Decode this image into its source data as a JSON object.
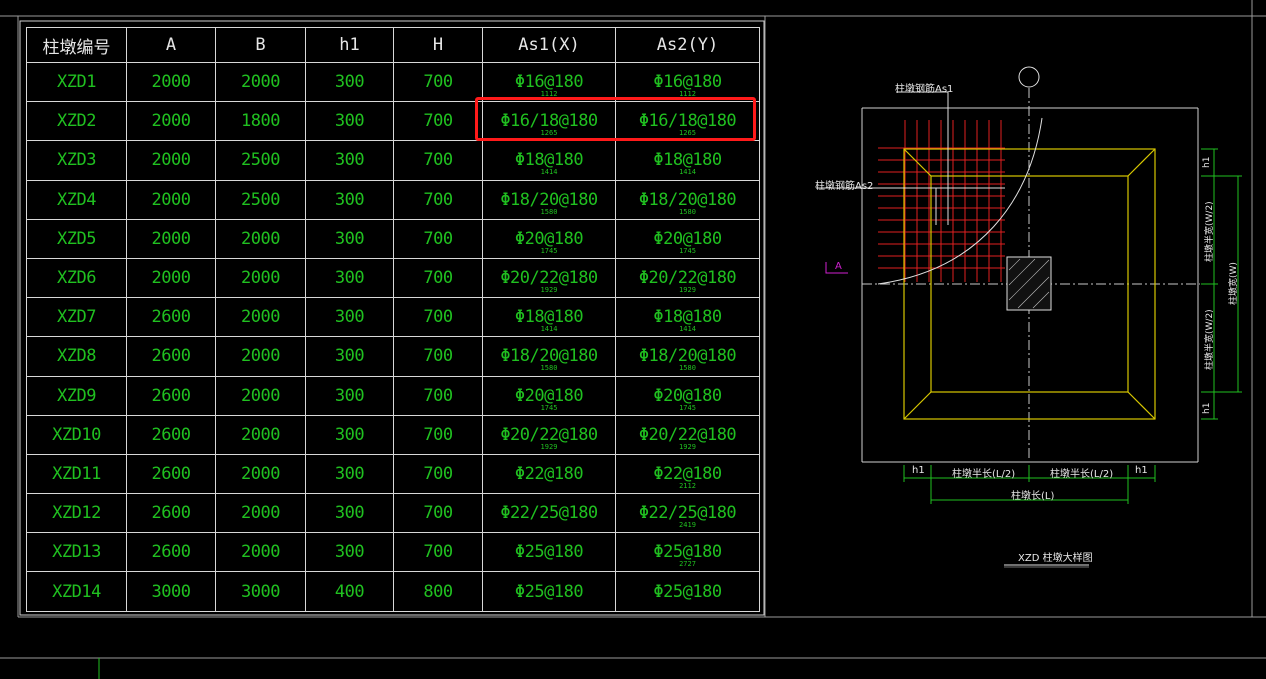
{
  "table": {
    "headers": [
      "柱墩编号",
      "A",
      "B",
      "h1",
      "H",
      "As1(X)",
      "As2(Y)"
    ],
    "rows": [
      {
        "id": "XZD1",
        "a": "2000",
        "b": "2000",
        "h1": "300",
        "h": "700",
        "as1": "Φ16@180",
        "as1_sub": "1112",
        "as2": "Φ16@180",
        "as2_sub": "1112"
      },
      {
        "id": "XZD2",
        "a": "2000",
        "b": "1800",
        "h1": "300",
        "h": "700",
        "as1": "Φ16/18@180",
        "as1_sub": "1265",
        "as2": "Φ16/18@180",
        "as2_sub": "1265"
      },
      {
        "id": "XZD3",
        "a": "2000",
        "b": "2500",
        "h1": "300",
        "h": "700",
        "as1": "Φ18@180",
        "as1_sub": "1414",
        "as2": "Φ18@180",
        "as2_sub": "1414"
      },
      {
        "id": "XZD4",
        "a": "2000",
        "b": "2500",
        "h1": "300",
        "h": "700",
        "as1": "Φ18/20@180",
        "as1_sub": "1580",
        "as2": "Φ18/20@180",
        "as2_sub": "1580"
      },
      {
        "id": "XZD5",
        "a": "2000",
        "b": "2000",
        "h1": "300",
        "h": "700",
        "as1": "Φ20@180",
        "as1_sub": "1745",
        "as2": "Φ20@180",
        "as2_sub": "1745"
      },
      {
        "id": "XZD6",
        "a": "2000",
        "b": "2000",
        "h1": "300",
        "h": "700",
        "as1": "Φ20/22@180",
        "as1_sub": "1929",
        "as2": "Φ20/22@180",
        "as2_sub": "1929"
      },
      {
        "id": "XZD7",
        "a": "2600",
        "b": "2000",
        "h1": "300",
        "h": "700",
        "as1": "Φ18@180",
        "as1_sub": "1414",
        "as2": "Φ18@180",
        "as2_sub": "1414"
      },
      {
        "id": "XZD8",
        "a": "2600",
        "b": "2000",
        "h1": "300",
        "h": "700",
        "as1": "Φ18/20@180",
        "as1_sub": "1580",
        "as2": "Φ18/20@180",
        "as2_sub": "1580"
      },
      {
        "id": "XZD9",
        "a": "2600",
        "b": "2000",
        "h1": "300",
        "h": "700",
        "as1": "Φ20@180",
        "as1_sub": "1745",
        "as2": "Φ20@180",
        "as2_sub": "1745"
      },
      {
        "id": "XZD10",
        "a": "2600",
        "b": "2000",
        "h1": "300",
        "h": "700",
        "as1": "Φ20/22@180",
        "as1_sub": "1929",
        "as2": "Φ20/22@180",
        "as2_sub": "1929"
      },
      {
        "id": "XZD11",
        "a": "2600",
        "b": "2000",
        "h1": "300",
        "h": "700",
        "as1": "Φ22@180",
        "as1_sub": "",
        "as2": "Φ22@180",
        "as2_sub": "2112"
      },
      {
        "id": "XZD12",
        "a": "2600",
        "b": "2000",
        "h1": "300",
        "h": "700",
        "as1": "Φ22/25@180",
        "as1_sub": "",
        "as2": "Φ22/25@180",
        "as2_sub": "2419"
      },
      {
        "id": "XZD13",
        "a": "2600",
        "b": "2000",
        "h1": "300",
        "h": "700",
        "as1": "Φ25@180",
        "as1_sub": "",
        "as2": "Φ25@180",
        "as2_sub": "2727"
      },
      {
        "id": "XZD14",
        "a": "3000",
        "b": "3000",
        "h1": "400",
        "h": "800",
        "as1": "Φ25@180",
        "as1_sub": "",
        "as2": "Φ25@180",
        "as2_sub": ""
      }
    ]
  },
  "detail": {
    "label_as1": "柱墩钢筋As1",
    "label_as2": "柱墩钢筋As2",
    "section_mark": "A",
    "h1_left": "h1",
    "half_len_left": "柱墩半长(L/2)",
    "half_len_right": "柱墩半长(L/2)",
    "h1_right": "h1",
    "total_len": "柱墩长(L)",
    "h1_top": "h1",
    "half_width_top": "柱墩半宽(W/2)",
    "total_width": "柱墩宽(W)",
    "half_width_bottom": "柱墩半宽(W/2)",
    "h1_bottom": "h1",
    "title": "XZD 柱墩大样图"
  },
  "colors": {
    "highlight": "#ff1a1a",
    "text_green": "#20c020",
    "rebar_red": "#e02020",
    "outline_yellow": "#d8c800",
    "background": "#000000"
  }
}
